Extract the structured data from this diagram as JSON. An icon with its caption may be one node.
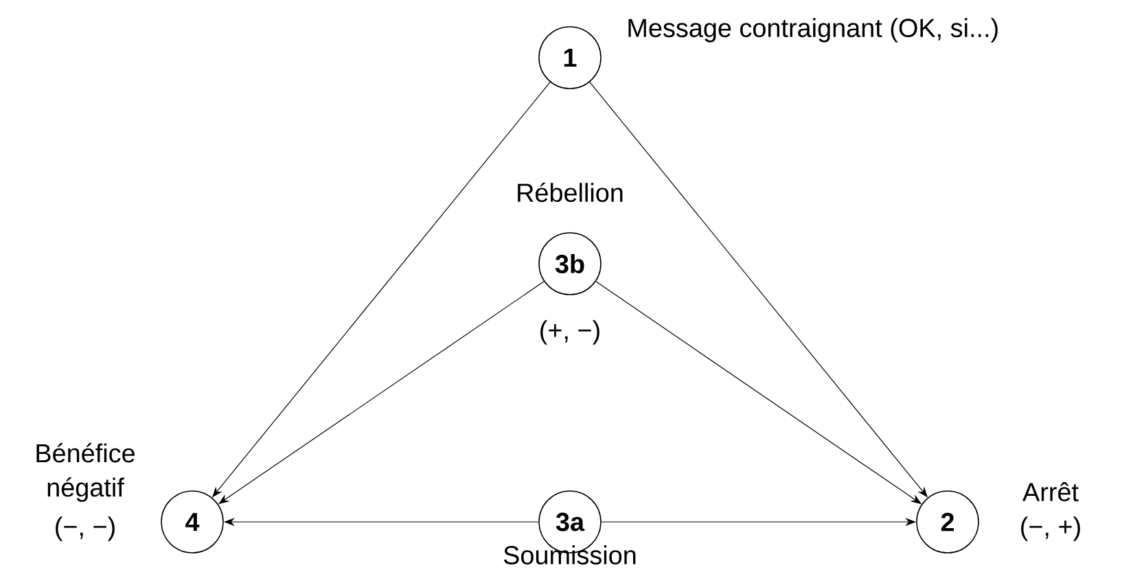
{
  "diagram": {
    "nodes": [
      {
        "text": [
          "1"
        ],
        "beside": [
          "Message contraignant (OK, si...)"
        ]
      },
      {
        "text": [
          "3b"
        ],
        "beside": [
          "Rébellion",
          "(+, −)"
        ]
      },
      {
        "text": [
          "4"
        ],
        "beside": [
          "Bénéfice négatif",
          "(−, −)"
        ]
      },
      {
        "text": [
          "3a"
        ],
        "beside": [
          "Soumission"
        ]
      },
      {
        "text": [
          "2"
        ],
        "beside": [
          "Arrêt",
          "(−, +)"
        ]
      }
    ],
    "edges": [
      {
        "from": 0,
        "to": 2,
        "arrow": "to"
      },
      {
        "from": 0,
        "to": 4,
        "arrow": "to"
      },
      {
        "from": 1,
        "to": 2,
        "arrow": "to"
      },
      {
        "from": 1,
        "to": 4,
        "arrow": "to"
      },
      {
        "from": 3,
        "to": 2,
        "arrow": "to"
      },
      {
        "from": 3,
        "to": 4,
        "arrow": "to"
      }
    ]
  }
}
